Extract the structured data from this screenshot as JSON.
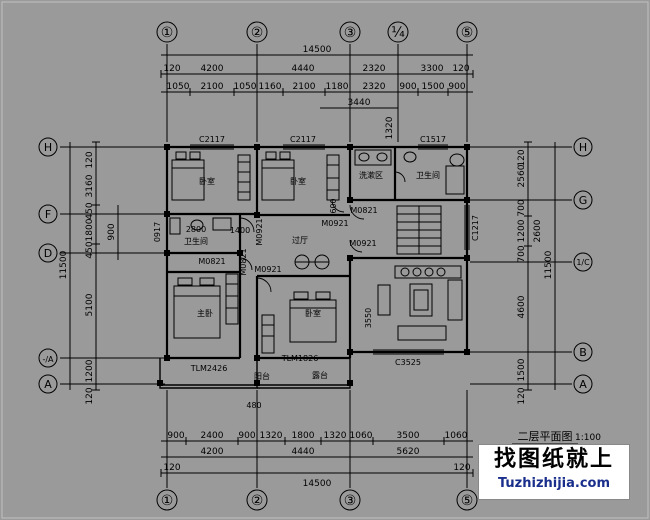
{
  "drawing": {
    "title": "二层平面图",
    "scale": "1:100",
    "axes_columns": [
      "①",
      "②",
      "③",
      "¼",
      "⑤"
    ],
    "axes_rows_left": [
      "H",
      "F",
      "D",
      "-/A",
      "A"
    ],
    "axes_rows_right": [
      "H",
      "G",
      "1/C",
      "B",
      "A"
    ],
    "top_dims_row1": [
      "14500"
    ],
    "top_dims_row2": [
      "120",
      "4200",
      "4440",
      "2320",
      "3300",
      "120"
    ],
    "top_dims_row3": [
      "1050",
      "2100",
      "1050",
      "1160",
      "2100",
      "1180",
      "2320",
      "900",
      "1500",
      "900"
    ],
    "top_dims_row4": [
      "3440"
    ],
    "top_dims_extra": [
      "1320"
    ],
    "bottom_dims_row1": [
      "900",
      "2400",
      "900",
      "1320",
      "1800",
      "1320",
      "1060",
      "3500",
      "1060"
    ],
    "bottom_dims_row2": [
      "4200",
      "4440",
      "5620"
    ],
    "bottom_dims_row3": [
      "120",
      "120"
    ],
    "bottom_dims_row4": [
      "14500"
    ],
    "left_dims_outer": [
      "11500"
    ],
    "left_dims_inner": [
      "120",
      "3160",
      "450",
      "1800",
      "450",
      "5100",
      "1200",
      "120"
    ],
    "left_dims_small": [
      "900",
      "0917"
    ],
    "right_dims_inner": [
      "120",
      "2560",
      "700",
      "1200",
      "700",
      "4600",
      "1500",
      "120"
    ],
    "right_dims_outer": [
      "11500"
    ],
    "right_dims_mid": [
      "2600"
    ],
    "right_dims_mid2": [
      "C1217"
    ],
    "windows": [
      "C2117",
      "C2117",
      "C1517",
      "C3525",
      "C1217"
    ],
    "doors": [
      "M0821",
      "M0921",
      "M0921",
      "M0921",
      "M0821",
      "M0921",
      "M0821",
      "TLM2426",
      "TLM1826"
    ],
    "rooms": {
      "bedroom": "卧室",
      "master_bedroom": "主卧",
      "bathroom": "卫生间",
      "washroom": "洗漱区",
      "hall": "过厅",
      "balcony": "阳台",
      "terrace": "露台"
    },
    "misc": {
      "d2800": "2800",
      "d1400": "1400",
      "d480": "480",
      "d3550": "3550",
      "wc600": "600"
    }
  },
  "brand": {
    "name": "找图纸就上",
    "url": "Tuzhizhijia.com"
  }
}
